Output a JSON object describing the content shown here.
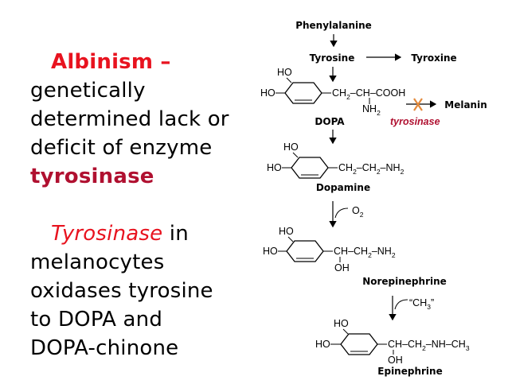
{
  "left": {
    "p1_term": "Albinism",
    "p1_dash": " –",
    "p1_line2": "genetically",
    "p1_line3": "determined lack or",
    "p1_line4": "deficit of enzyme",
    "p1_enzyme": "tyrosinase",
    "p2_term": "Tyrosinase",
    "p2_in": " in",
    "p2_line2": "melanocytes",
    "p2_line3": "oxidases tyrosine",
    "p2_line4": "to DOPA and",
    "p2_line5": "DOPA-chinone"
  },
  "pathway": {
    "phenylalanine": "Phenylalanine",
    "tyrosine": "Tyrosine",
    "tyroxine": "Tyroxine",
    "dopa": "DOPA",
    "melanin": "Melanin",
    "tyrosinase": "tyrosinase",
    "dopamine": "Dopamine",
    "norepinephrine": "Norepinephrine",
    "epinephrine": "Epinephrine",
    "o2": "O",
    "o2_sub": "2",
    "ch3": "“CH",
    "ch3_sub": "3",
    "ch3_close": "”"
  },
  "structures": {
    "ho": "HO",
    "tyr_chain1": "CH",
    "tyr_chain2": "CH",
    "cooh": "COOH",
    "nh": "NH",
    "sub2": "2",
    "dopamine_chain": "CH",
    "dopamine_nh": "NH",
    "ne_ch": "CH",
    "ne_ch2": "CH",
    "ne_nh": "NH",
    "oh": "OH",
    "epi_nh": "NH",
    "epi_ch3": "CH"
  }
}
